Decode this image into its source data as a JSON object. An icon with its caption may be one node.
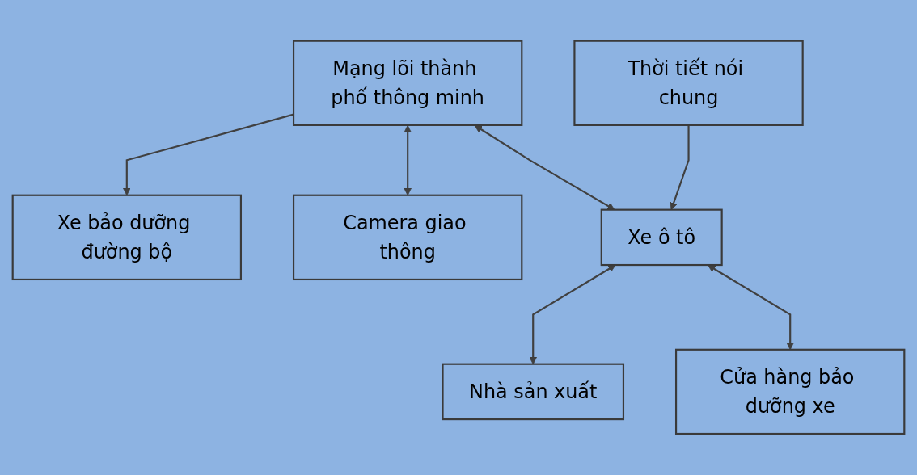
{
  "diagram": {
    "nodes": [
      {
        "text": [
          "Xe bảo dưỡng đường bộ"
        ]
      },
      {
        "text": [
          "Mạng lõi thành phố thông minh"
        ]
      },
      {
        "text": [
          "Thời tiết nói chung"
        ]
      },
      {
        "text": [
          "Camera giao thông"
        ]
      },
      {
        "text": [
          "Xe ô tô"
        ]
      },
      {
        "text": [
          "Nhà sản xuất"
        ]
      },
      {
        "text": [
          "Cửa hàng bảo dưỡng xe"
        ]
      }
    ],
    "edges": [
      {
        "from": 1,
        "to": 0,
        "arrow": "to"
      },
      {
        "from": 1,
        "to": 3,
        "arrow": "both"
      },
      {
        "from": 1,
        "to": 4,
        "arrow": "both"
      },
      {
        "from": 2,
        "to": 4,
        "arrow": "to"
      },
      {
        "from": 4,
        "to": 5,
        "arrow": "both"
      },
      {
        "from": 4,
        "to": 6,
        "arrow": "both"
      }
    ]
  }
}
